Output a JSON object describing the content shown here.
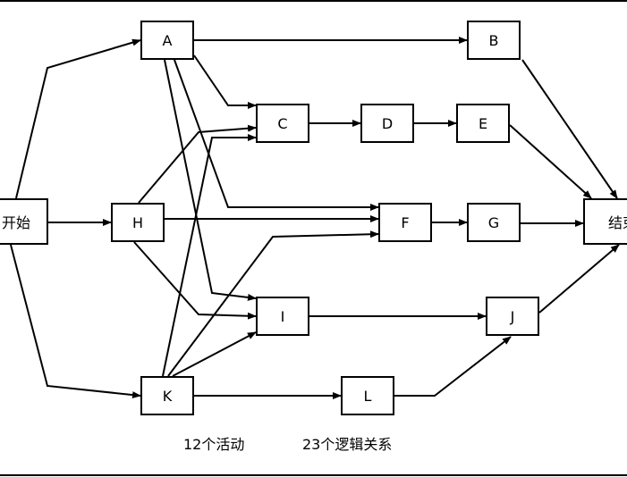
{
  "diagram": {
    "nodes": {
      "start": "开始",
      "A": "A",
      "B": "B",
      "C": "C",
      "D": "D",
      "E": "E",
      "F": "F",
      "G": "G",
      "H": "H",
      "I": "I",
      "J": "J",
      "K": "K",
      "L": "L",
      "end": "结束"
    },
    "edges": [
      [
        "start",
        "A"
      ],
      [
        "start",
        "H"
      ],
      [
        "start",
        "K"
      ],
      [
        "A",
        "B"
      ],
      [
        "A",
        "C"
      ],
      [
        "A",
        "F"
      ],
      [
        "A",
        "I"
      ],
      [
        "H",
        "C"
      ],
      [
        "H",
        "F"
      ],
      [
        "H",
        "I"
      ],
      [
        "K",
        "C"
      ],
      [
        "K",
        "F"
      ],
      [
        "K",
        "I"
      ],
      [
        "K",
        "L"
      ],
      [
        "C",
        "D"
      ],
      [
        "D",
        "E"
      ],
      [
        "E",
        "end"
      ],
      [
        "B",
        "end"
      ],
      [
        "F",
        "G"
      ],
      [
        "G",
        "end"
      ],
      [
        "I",
        "J"
      ],
      [
        "L",
        "J"
      ],
      [
        "J",
        "end"
      ]
    ]
  },
  "captions": {
    "activities": "12个活动",
    "relations": "23个逻辑关系"
  }
}
